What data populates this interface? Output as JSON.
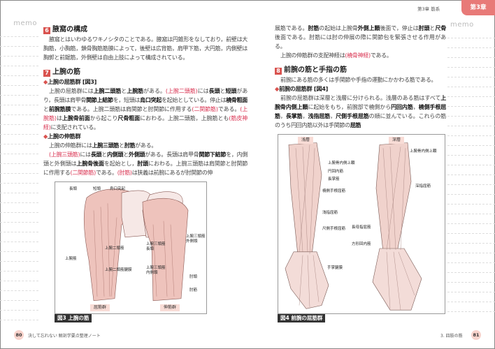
{
  "header": {
    "chapter_label": "第3章 筋系",
    "chapter_tab": "第3章"
  },
  "memo_label": "memo",
  "footer": {
    "left_page": "80",
    "left_title": "決して忘れない 解剖学要点整理ノート",
    "right_title": "3. 四肢の筋",
    "right_page": "81"
  },
  "left": [
    {
      "kind": "h",
      "num": "6",
      "text": "腋窩の構成"
    },
    {
      "kind": "p",
      "segs": [
        [
          "n",
          "腋窩とはいわゆるワキノシタのことである。腋窩は円錐形をなしており，前壁は大胸筋，小胸筋，鎖骨胸筋筋膜によって，後壁は広背筋，肩甲下筋，大円筋，内側壁は胸郭と前鋸筋，外側壁は自由上肢によって構成されている。"
        ]
      ]
    },
    {
      "kind": "gap"
    },
    {
      "kind": "h",
      "num": "7",
      "text": "上腕の筋"
    },
    {
      "kind": "sub",
      "text": "上腕の屈筋群 [図3]"
    },
    {
      "kind": "p",
      "segs": [
        [
          "n",
          "上腕の屈筋群には"
        ],
        [
          "b",
          "上腕二頭筋"
        ],
        [
          "n",
          "と"
        ],
        [
          "b",
          "上腕筋"
        ],
        [
          "n",
          "がある。"
        ],
        [
          "r",
          "(上腕二頭筋)"
        ],
        [
          "n",
          "には"
        ],
        [
          "b",
          "長頭"
        ],
        [
          "n",
          "と"
        ],
        [
          "b",
          "短頭"
        ],
        [
          "n",
          "があり，長頭は肩甲骨"
        ],
        [
          "b",
          "関節上結節"
        ],
        [
          "n",
          "を，短頭は"
        ],
        [
          "b",
          "烏口突起"
        ],
        [
          "n",
          "を起始としている。停止は"
        ],
        [
          "b",
          "橈骨粗面"
        ],
        [
          "n",
          "と"
        ],
        [
          "b",
          "前腕筋膜"
        ],
        [
          "n",
          "である。上腕二頭筋は肩関節と肘関節に作用する"
        ],
        [
          "r",
          "(二関節筋)"
        ],
        [
          "n",
          "である。"
        ],
        [
          "r",
          "(上腕筋)"
        ],
        [
          "n",
          "は"
        ],
        [
          "b",
          "上腕骨前面"
        ],
        [
          "n",
          "から起こり"
        ],
        [
          "b",
          "尺骨粗面"
        ],
        [
          "n",
          "におわる。上腕二頭筋，上腕筋とも"
        ],
        [
          "r",
          "(筋皮神経)"
        ],
        [
          "n",
          "に支配されている。"
        ]
      ]
    },
    {
      "kind": "sub",
      "text": "上腕の伸筋群"
    },
    {
      "kind": "p",
      "segs": [
        [
          "n",
          "上腕の伸筋群には"
        ],
        [
          "b",
          "上腕三頭筋"
        ],
        [
          "n",
          "と"
        ],
        [
          "b",
          "肘筋"
        ],
        [
          "n",
          "がある。"
        ]
      ]
    },
    {
      "kind": "p",
      "segs": [
        [
          "r",
          "(上腕三頭筋)"
        ],
        [
          "n",
          "には"
        ],
        [
          "b",
          "長頭"
        ],
        [
          "n",
          "と"
        ],
        [
          "b",
          "内側頭"
        ],
        [
          "n",
          "と"
        ],
        [
          "b",
          "外側頭"
        ],
        [
          "n",
          "がある。長頭は肩甲骨"
        ],
        [
          "b",
          "関節下結節"
        ],
        [
          "n",
          "を，内側頭と外側頭は"
        ],
        [
          "b",
          "上腕骨後面"
        ],
        [
          "n",
          "を起始とし，"
        ],
        [
          "b",
          "肘頭"
        ],
        [
          "n",
          "におわる。上腕三頭筋は肩関節と肘関節に作用する"
        ],
        [
          "r",
          "(二関節筋)"
        ],
        [
          "n",
          "である。"
        ],
        [
          "r",
          "(肘筋)"
        ],
        [
          "n",
          "は狭義は前腕にあるが肘関節の伸"
        ]
      ]
    }
  ],
  "right": [
    {
      "kind": "p0",
      "segs": [
        [
          "n",
          "展筋である。"
        ],
        [
          "b",
          "肘筋"
        ],
        [
          "n",
          "の起始は上腕骨"
        ],
        [
          "b",
          "外側上顆"
        ],
        [
          "n",
          "後面で，停止は"
        ],
        [
          "b",
          "肘頭"
        ],
        [
          "n",
          "と"
        ],
        [
          "b",
          "尺骨"
        ],
        [
          "n",
          "後面である。肘筋には肘の伸展の際に関節包を緊張させる作用がある。"
        ]
      ]
    },
    {
      "kind": "p",
      "segs": [
        [
          "n",
          "上腕の伸筋群の支配神経は"
        ],
        [
          "r",
          "(橈骨神経)"
        ],
        [
          "n",
          "である。"
        ]
      ]
    },
    {
      "kind": "gap"
    },
    {
      "kind": "h",
      "num": "8",
      "text": "前腕の筋と手指の筋"
    },
    {
      "kind": "p",
      "segs": [
        [
          "n",
          "前腕にある筋の多くは手関節や手指の運動にかかわる筋である。"
        ]
      ]
    },
    {
      "kind": "sub",
      "text": "前腕の屈筋群 [図4]"
    },
    {
      "kind": "p",
      "segs": [
        [
          "n",
          "前腕の屈筋群は深層と浅層に分けられる。浅層のある筋はすべて"
        ],
        [
          "b",
          "上腕骨内側上顆"
        ],
        [
          "n",
          "に起始をもち，前腕部で橈側から"
        ],
        [
          "b",
          "円回内筋"
        ],
        [
          "n",
          "，"
        ],
        [
          "b",
          "橈側手根屈筋"
        ],
        [
          "n",
          "，"
        ],
        [
          "b",
          "長掌筋"
        ],
        [
          "n",
          "，"
        ],
        [
          "b",
          "浅指屈筋"
        ],
        [
          "n",
          "，"
        ],
        [
          "b",
          "尺側手根屈筋"
        ],
        [
          "n",
          "の順に並んでいる。これらの筋のうち円回内筋以外は手関節の"
        ],
        [
          "b",
          "屈筋"
        ]
      ]
    }
  ],
  "fig3": {
    "caption": "図3 上腕の筋",
    "labels": {
      "long_head": "長頭",
      "short_head": "短頭",
      "coracoid": "烏口突起",
      "brachialis": "上腕筋",
      "biceps": "上腕二頭筋",
      "aponeurosis": "上腕二頭筋腱膜",
      "triceps_lat": "上腕三頭筋\n外側頭",
      "triceps_long": "上腕三頭筋\n長頭",
      "triceps_med": "上腕三頭筋\n内側頭",
      "olecranon": "肘頭",
      "anconeus": "肘筋"
    },
    "flexors": "屈筋群",
    "extensors": "伸筋群"
  },
  "fig4": {
    "caption": "図4 前腕の屈筋群",
    "superficial": "浅層",
    "deep": "深層",
    "labels": {
      "med_epi": "上腕骨内側上顆",
      "pronator_teres": "円回内筋",
      "palmaris_longus": "長掌筋",
      "fcr": "橈側手根屈筋",
      "fds": "浅指屈筋",
      "fcu": "尺側手根屈筋",
      "palmar_apo": "手掌腱膜",
      "med_epi2": "上腕骨内側上顆",
      "fdp": "深指屈筋",
      "fpl": "長母指屈筋",
      "pq": "方形回内筋"
    }
  },
  "colors": {
    "accent": "#d9534f",
    "muscle": "#e8b4ad",
    "tab": "#e87a78"
  }
}
